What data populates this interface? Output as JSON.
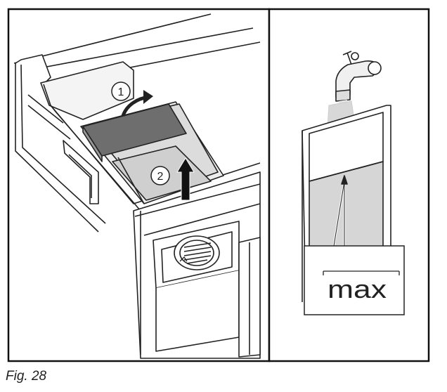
{
  "figure": {
    "caption": "Fig. 28",
    "step_1": "1",
    "step_2": "2",
    "max_label": "max"
  }
}
